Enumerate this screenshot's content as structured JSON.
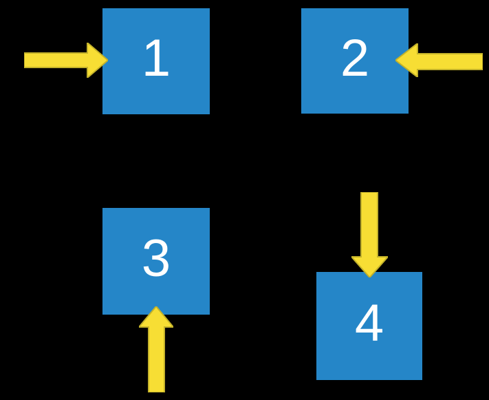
{
  "colors": {
    "background": "#000000",
    "square": "#2586C8",
    "number": "#FFFFFF",
    "arrow_fill": "#F7DE34",
    "arrow_stroke": "#C3B22A"
  },
  "squares": [
    {
      "label": "1",
      "arrow_icon": "arrow-right-icon",
      "arrow_points_at": "left-edge"
    },
    {
      "label": "2",
      "arrow_icon": "arrow-left-icon",
      "arrow_points_at": "right-edge"
    },
    {
      "label": "3",
      "arrow_icon": "arrow-up-icon",
      "arrow_points_at": "bottom-edge"
    },
    {
      "label": "4",
      "arrow_icon": "arrow-down-icon",
      "arrow_points_at": "top-edge"
    }
  ]
}
